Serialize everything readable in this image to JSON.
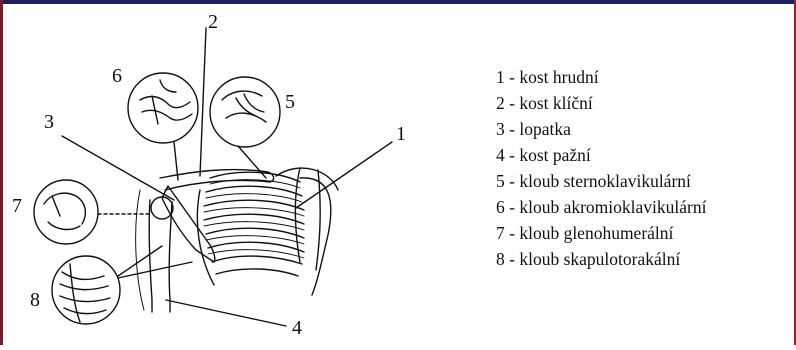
{
  "diagram": {
    "labels": [
      "1",
      "2",
      "3",
      "4",
      "5",
      "6",
      "7",
      "8"
    ]
  },
  "legend": {
    "items": [
      "1 - kost hrudní",
      "2 - kost klíční",
      "3 - lopatka",
      "4 - kost pažní",
      "5 - kloub sternoklavikulární",
      "6 - kloub akromioklavikulární",
      "7 - kloub glenohumerální",
      "8 - kloub skapulotorakální"
    ]
  },
  "colors": {
    "frame_top": "#1f1f5e",
    "frame_side": "#7a1c2e",
    "ink": "#111111"
  }
}
